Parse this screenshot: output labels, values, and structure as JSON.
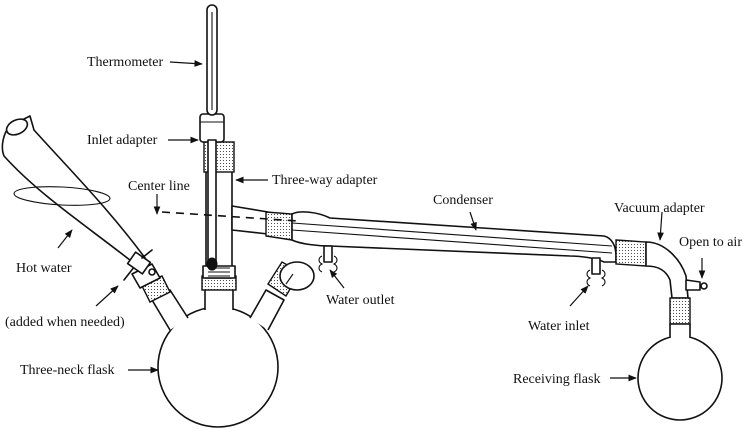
{
  "labels": {
    "thermometer": "Thermometer",
    "inlet_adapter": "Inlet adapter",
    "three_way_adapter": "Three-way adapter",
    "center_line": "Center line",
    "condenser": "Condenser",
    "vacuum_adapter": "Vacuum adapter",
    "open_to_air": "Open to air",
    "hot_water": "Hot water",
    "added_when_needed": "(added when needed)",
    "water_outlet": "Water outlet",
    "water_inlet": "Water inlet",
    "three_neck_flask": "Three-neck flask",
    "receiving_flask": "Receiving flask"
  },
  "colors": {
    "line": "#111111",
    "background": "#ffffff"
  }
}
